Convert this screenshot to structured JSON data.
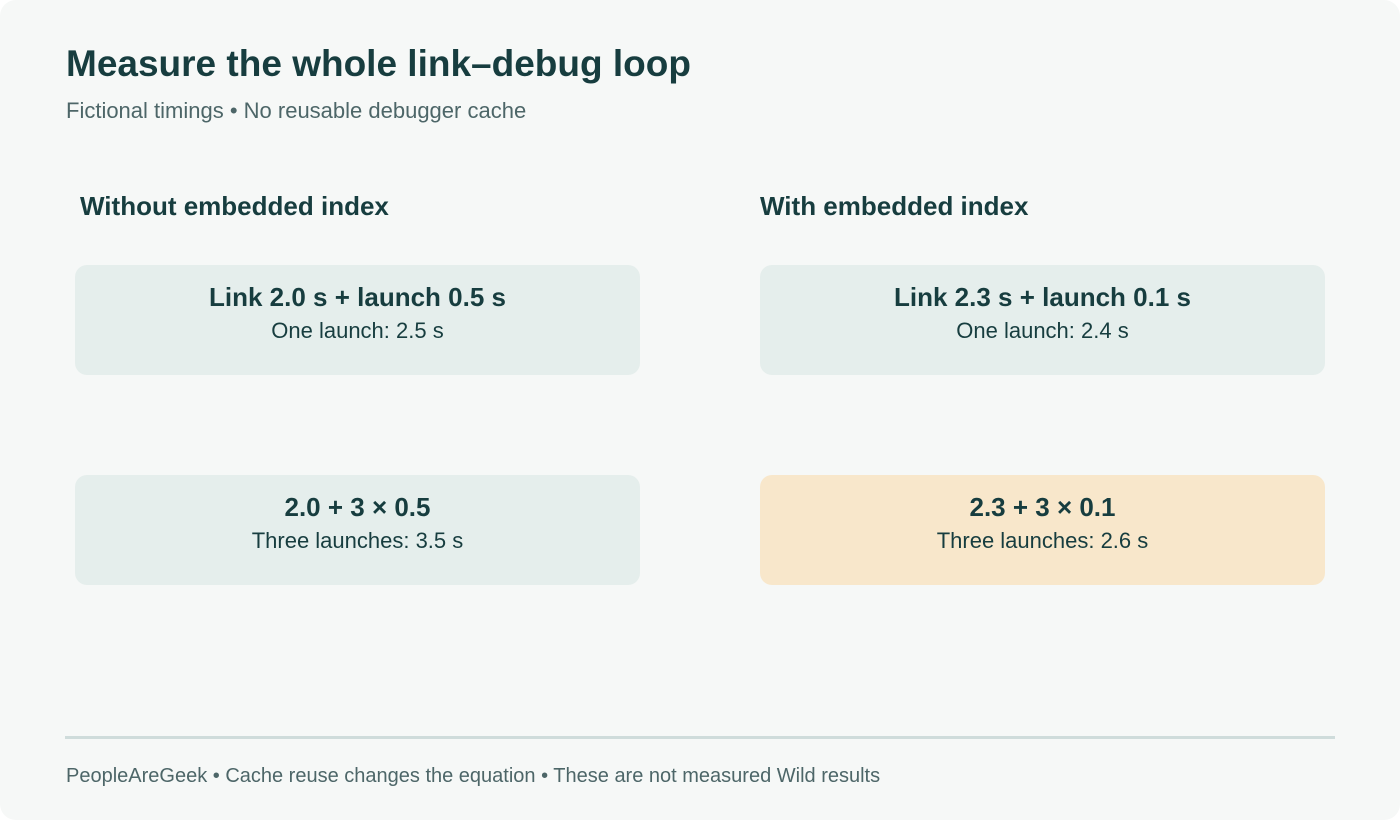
{
  "header": {
    "title": "Measure the whole link–debug loop",
    "subtitle": "Fictional timings • No reusable debugger cache"
  },
  "columns": [
    {
      "heading": "Without embedded index",
      "cards": [
        {
          "main": "Link 2.0 s + launch 0.5 s",
          "sub": "One launch: 2.5 s"
        },
        {
          "main": "2.0 + 3 × 0.5",
          "sub": "Three launches: 3.5 s"
        }
      ]
    },
    {
      "heading": "With embedded index",
      "cards": [
        {
          "main": "Link 2.3 s + launch 0.1 s",
          "sub": "One launch: 2.4 s"
        },
        {
          "main": "2.3 + 3 × 0.1",
          "sub": "Three launches: 2.6 s"
        }
      ]
    }
  ],
  "colors": {
    "card_neutral": "#e5eeec",
    "card_highlight": "#f8e7cb",
    "text_primary": "#173d3f",
    "text_secondary": "#4d6668"
  },
  "footer": {
    "text": "PeopleAreGeek • Cache reuse changes the equation • These are not measured Wild results"
  }
}
